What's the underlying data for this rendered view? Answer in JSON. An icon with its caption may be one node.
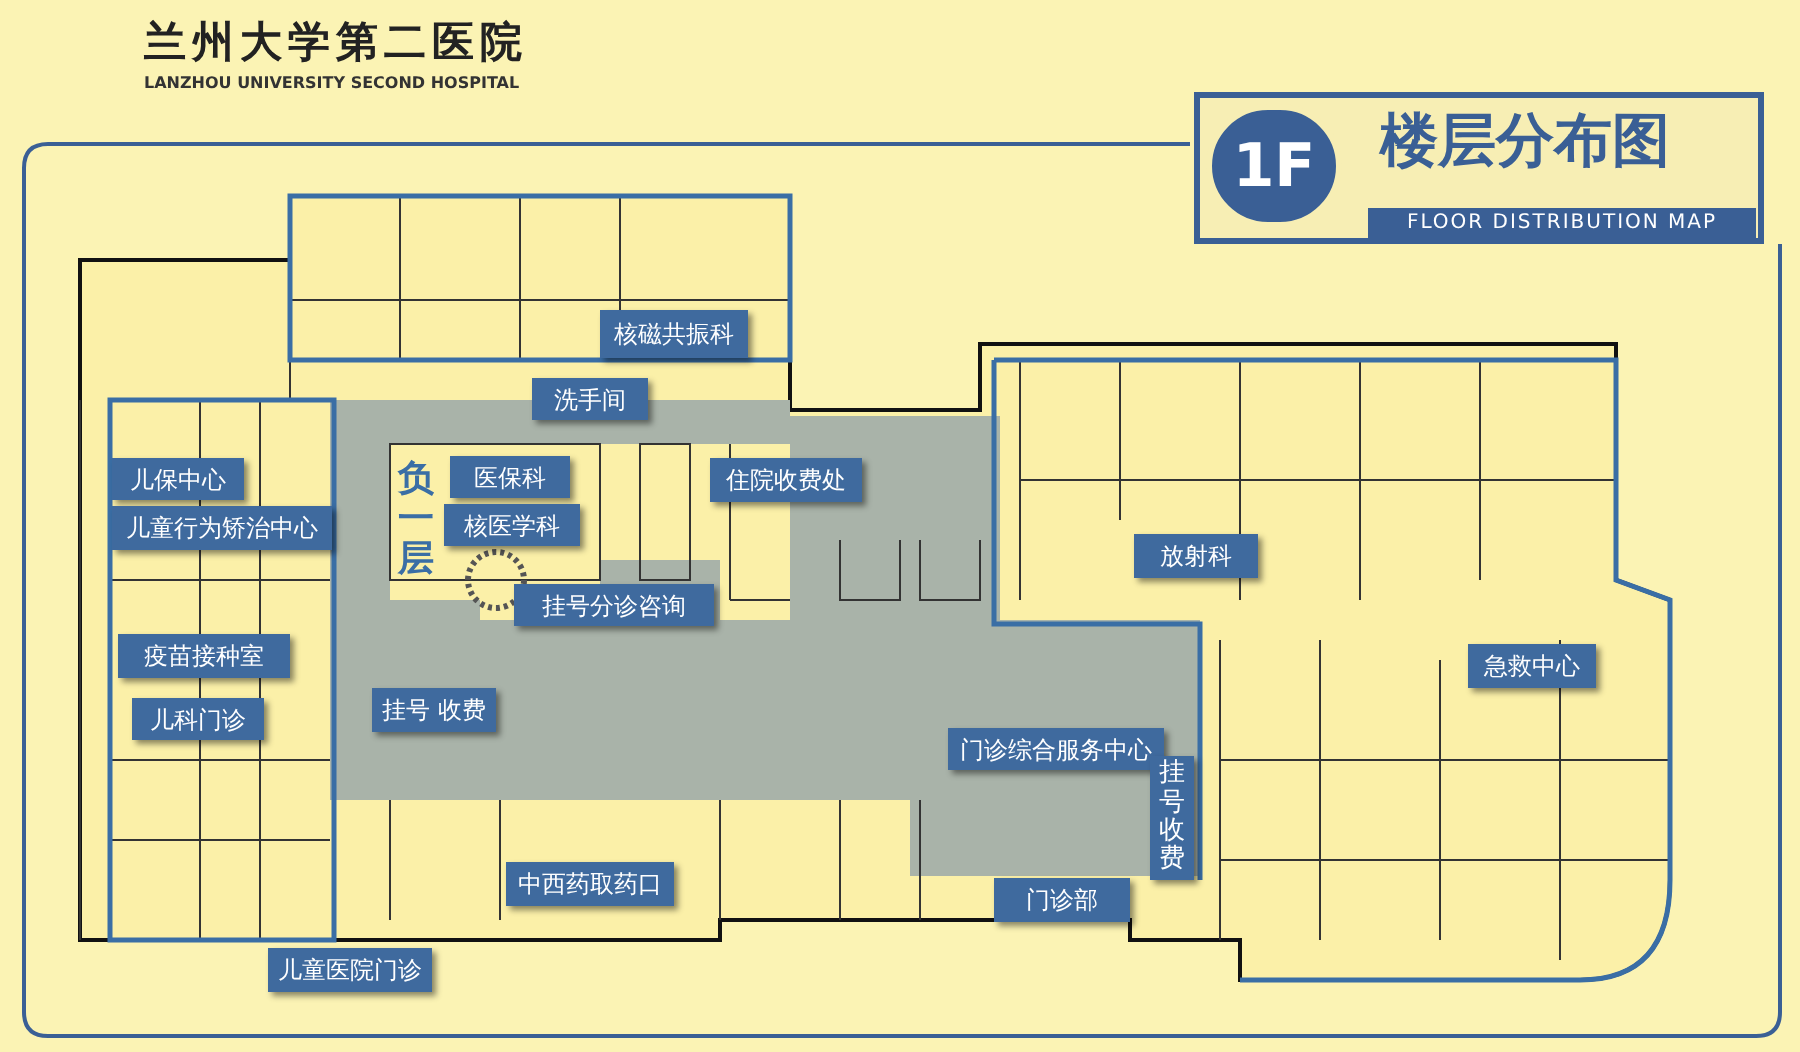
{
  "diagram": {
    "title": "楼层分布图",
    "nodes": [
      {
        "text": [
          "核磁共振科"
        ]
      },
      {
        "text": [
          "洗手间"
        ]
      },
      {
        "text": [
          "儿保中心"
        ]
      },
      {
        "text": [
          "儿童行为矫治中心"
        ]
      },
      {
        "text": [
          "医保科"
        ]
      },
      {
        "text": [
          "核医学科"
        ]
      },
      {
        "text": [
          "住院收费处"
        ]
      },
      {
        "text": [
          "挂号分诊咨询"
        ]
      },
      {
        "text": [
          "放射科"
        ]
      },
      {
        "text": [
          "疫苗接种室"
        ]
      },
      {
        "text": [
          "急救中心"
        ]
      },
      {
        "text": [
          "儿科门诊"
        ]
      },
      {
        "text": [
          "挂号 收费"
        ]
      },
      {
        "text": [
          "门诊综合服务中心"
        ]
      },
      {
        "text": [
          "挂号收费"
        ]
      },
      {
        "text": [
          "中西药取药口"
        ]
      },
      {
        "text": [
          "门诊部"
        ]
      },
      {
        "text": [
          "儿童医院门诊"
        ]
      }
    ],
    "edges": [],
    "labels": [
      "兰州大学第二医院",
      "LANZHOU UNIVERSITY SECOND HOSPITAL",
      "1F",
      "FLOOR DISTRIBUTION MAP",
      "负一层"
    ]
  }
}
